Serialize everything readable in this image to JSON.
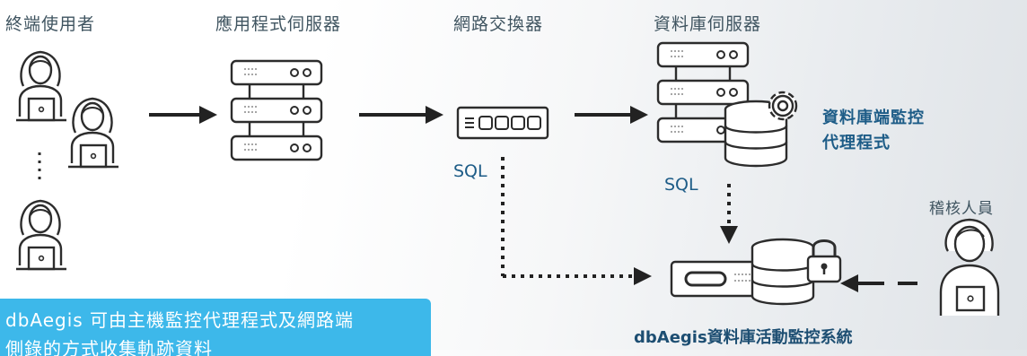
{
  "nodes": {
    "end_users": "終端使用者",
    "app_server": "應用程式伺服器",
    "network_switch": "網路交換器",
    "db_server": "資料庫伺服器",
    "auditor": "稽核人員"
  },
  "annotations": {
    "agent_line1": "資料庫端監控",
    "agent_line2": "代理程式",
    "sql_switch": "SQL",
    "sql_db": "SQL",
    "system_name": "dbAegis資料庫活動監控系統"
  },
  "callout": {
    "line1": "dbAegis 可由主機監控代理程式及網路端",
    "line2": "側錄的方式收集軌跡資料"
  },
  "icons": [
    "user-icon",
    "server-rack-icon",
    "network-switch-icon",
    "database-icon",
    "gear-icon",
    "lock-icon",
    "appliance-icon",
    "arrow-right-icon",
    "arrow-left-icon"
  ],
  "colors": {
    "primary_text": "#1d5c87",
    "callout_bg": "#3db8ea",
    "line": "#222222"
  }
}
